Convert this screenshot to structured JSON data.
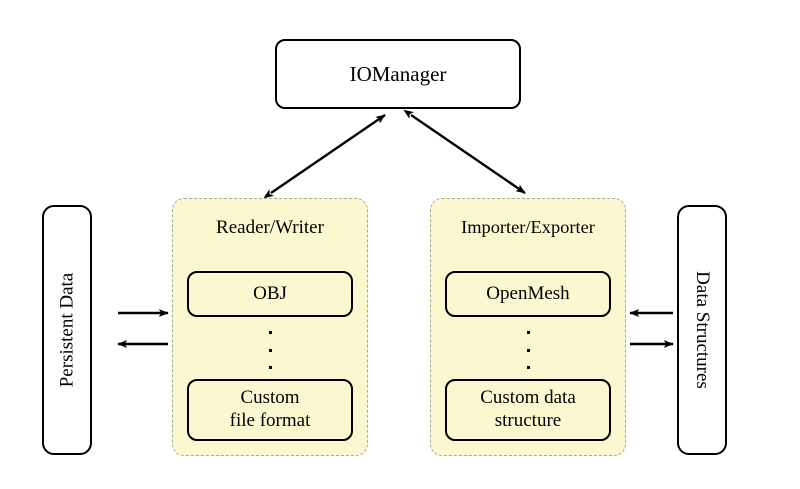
{
  "diagram": {
    "title_node": {
      "label": "IOManager"
    },
    "left_store": {
      "label": "Persistent Data"
    },
    "right_store": {
      "label": "Data Structures"
    },
    "panels": [
      {
        "id": "reader-writer",
        "title": "Reader/Writer",
        "items": [
          {
            "label": "OBJ"
          },
          {
            "label": "Custom\nfile format",
            "line1": "Custom",
            "line2": "file format"
          }
        ],
        "ellipsis": "⋮"
      },
      {
        "id": "importer-exporter",
        "title": "Importer/Exporter",
        "items": [
          {
            "label": "OpenMesh"
          },
          {
            "label": "Custom data\nstructure",
            "line1": "Custom data",
            "line2": "structure"
          }
        ],
        "ellipsis": "⋮"
      }
    ],
    "connections": [
      {
        "from": "reader-writer",
        "to": "IOManager",
        "type": "double-arrow"
      },
      {
        "from": "importer-exporter",
        "to": "IOManager",
        "type": "double-arrow"
      },
      {
        "from": "Persistent Data",
        "to": "reader-writer",
        "type": "arrow-right"
      },
      {
        "from": "reader-writer",
        "to": "Persistent Data",
        "type": "arrow-left"
      },
      {
        "from": "Data Structures",
        "to": "importer-exporter",
        "type": "arrow-left"
      },
      {
        "from": "importer-exporter",
        "to": "Data Structures",
        "type": "arrow-right"
      }
    ],
    "colors": {
      "panel_fill": "#fbf8d0",
      "panel_border": "#a8a8a0",
      "node_border": "#000000",
      "background": "#ffffff",
      "text": "#000000"
    }
  }
}
